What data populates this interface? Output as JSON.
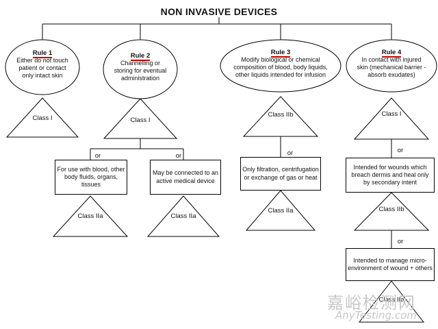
{
  "title": "NON INVASIVE DEVICES",
  "or_label": "or",
  "rules": [
    {
      "rule": "Rule 1",
      "lines": [
        "Either do not touch",
        "patient or contact",
        "only intact skin"
      ],
      "class": "Class I"
    },
    {
      "rule": "Rule 2",
      "lines": [
        "Channelling or",
        "storing for eventual",
        "administration"
      ],
      "class": "Class I"
    },
    {
      "rule": "Rule 3",
      "lines": [
        "Modify biological or chemical",
        "composition of blood, body liquids,",
        "other liquids intended for infusion"
      ],
      "class": "Class IIb"
    },
    {
      "rule": "Rule 4",
      "lines": [
        "In contact with injured",
        "skin (mechanical barrier -",
        "absorb exudates)"
      ],
      "class": "Class I"
    }
  ],
  "branches": {
    "rule2_a": {
      "text": "For use with blood, other body fluids, organs, tissues",
      "class": "Class IIa"
    },
    "rule2_b": {
      "text": "May be connected to an active medical device",
      "class": "Class IIa"
    },
    "rule3_a": {
      "text": "Only filtration, centrifugation or exchange of gas or heat",
      "class": "Class IIa"
    },
    "rule4_a": {
      "text": "Intended for wounds which breach dermis and heal only by secondary intent",
      "class": "Class IIb"
    },
    "rule4_b": {
      "text": "Intended to manage micro-environment of wound + others",
      "class": "Class IIa"
    }
  },
  "watermark": {
    "cn": "嘉峪检测网",
    "en": "AnyTesting.com"
  }
}
